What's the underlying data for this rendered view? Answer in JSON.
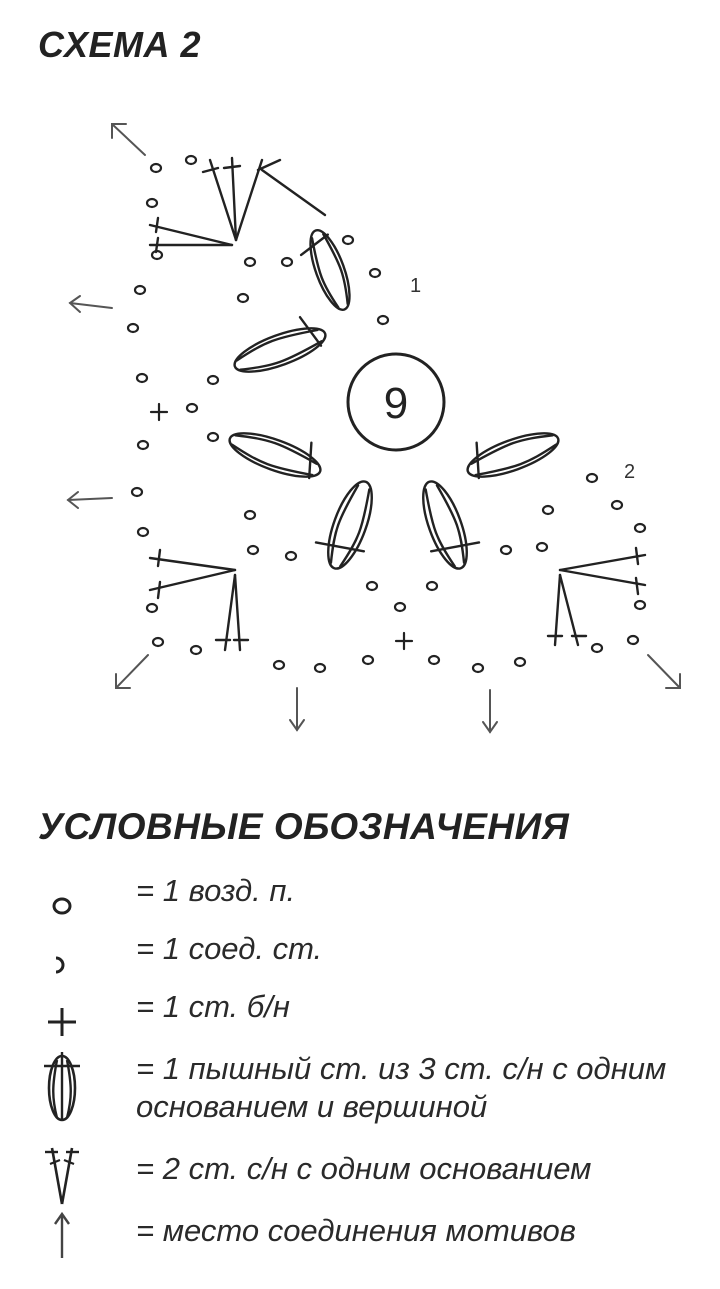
{
  "title": "СХЕМА 2",
  "diagram": {
    "center_label": "9",
    "marker_1": "1",
    "marker_2": "2"
  },
  "legend": {
    "heading": "УСЛОВНЫЕ ОБОЗНАЧЕНИЯ",
    "items": [
      {
        "symbol": "chain-stitch-icon",
        "text": "= 1 возд. п."
      },
      {
        "symbol": "slip-stitch-icon",
        "text": "= 1 соед. ст."
      },
      {
        "symbol": "single-crochet-icon",
        "text": "= 1 ст. б/н"
      },
      {
        "symbol": "puff-stitch-icon",
        "text": "= 1 пышный ст. из 3 ст. с/н с одним",
        "text2": "основанием и вершиной"
      },
      {
        "symbol": "double-crochet-pair-icon",
        "text": "= 2 ст. с/н с одним основанием"
      },
      {
        "symbol": "join-arrow-icon",
        "text": "= место соединения мотивов"
      }
    ]
  }
}
